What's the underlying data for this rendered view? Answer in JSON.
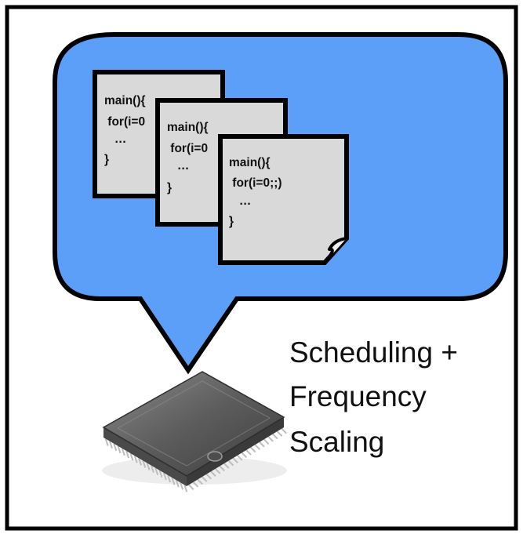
{
  "colors": {
    "frame": "#000000",
    "bubble": "#5b9ff8",
    "page": "#d9d9d9",
    "chip_body": "#6f6f6f",
    "chip_top": "#5a5a5a",
    "pins": "#c9c9c9"
  },
  "documents": [
    {
      "lines": [
        "main(){",
        " for(i=0",
        "   …",
        "}"
      ]
    },
    {
      "lines": [
        "main(){",
        " for(i=0",
        "   …",
        "}"
      ]
    },
    {
      "lines": [
        "main(){",
        " for(i=0;;)",
        "   …",
        "}"
      ]
    }
  ],
  "caption": {
    "lines": [
      "Scheduling +",
      "Frequency",
      "Scaling"
    ]
  },
  "icons": {
    "bubble": "speech-bubble-icon",
    "chip": "cpu-chip-icon"
  }
}
